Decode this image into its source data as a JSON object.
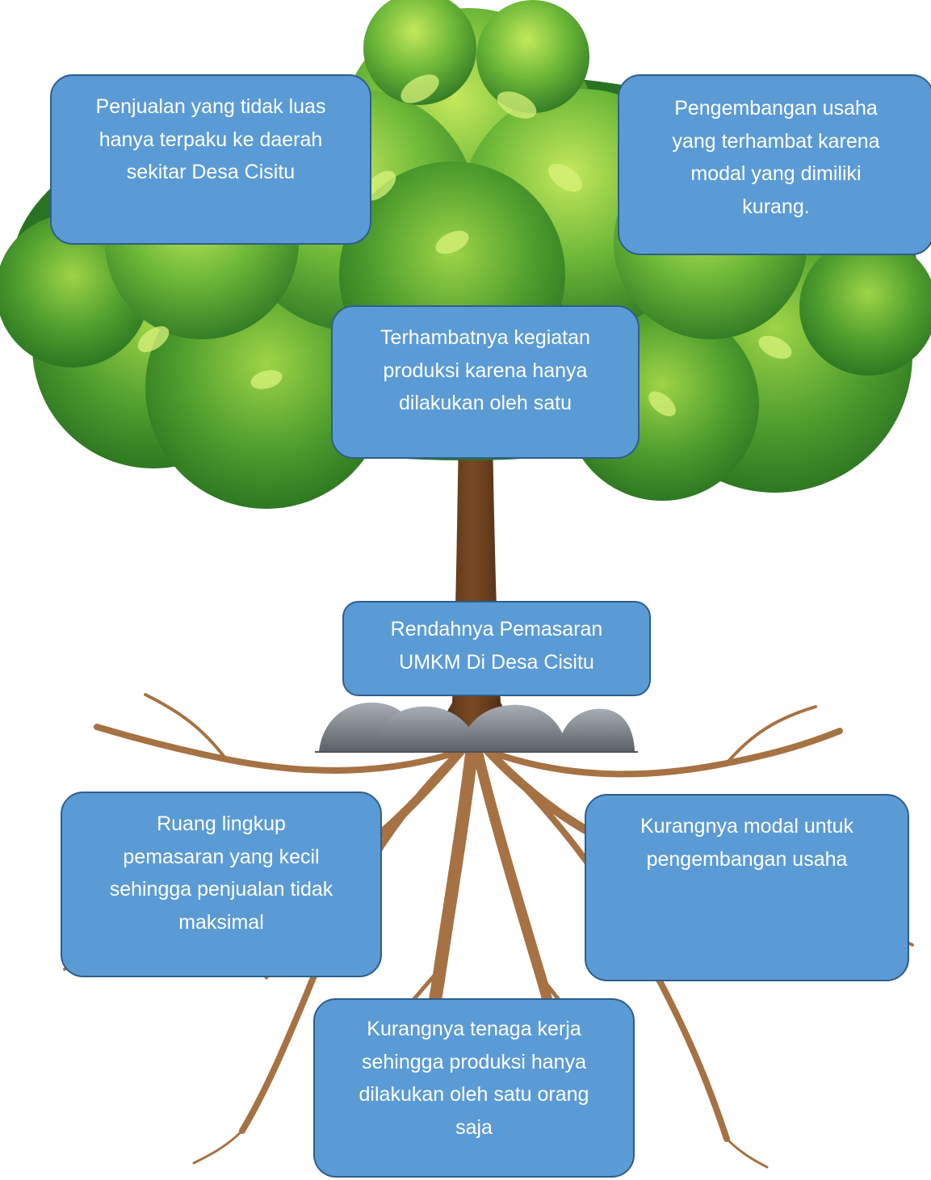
{
  "diagram": {
    "type": "problem-tree",
    "core_problem": {
      "lines": [
        "Rendahnya Pemasaran",
        "UMKM Di Desa Cisitu"
      ]
    },
    "effects": [
      {
        "id": "effect-1",
        "lines": [
          "Penjualan yang tidak luas",
          "hanya terpaku ke daerah",
          "sekitar Desa Cisitu"
        ]
      },
      {
        "id": "effect-2",
        "lines": [
          "Pengembangan usaha",
          "yang terhambat karena",
          "modal yang dimiliki",
          "kurang."
        ]
      },
      {
        "id": "effect-3",
        "lines": [
          "Terhambatnya kegiatan",
          "produksi karena hanya",
          "dilakukan oleh satu"
        ]
      }
    ],
    "causes": [
      {
        "id": "cause-1",
        "lines": [
          "Ruang lingkup",
          "pemasaran yang kecil",
          "sehingga penjualan tidak",
          "maksimal"
        ]
      },
      {
        "id": "cause-2",
        "lines": [
          "Kurangnya modal untuk",
          "pengembangan usaha"
        ]
      },
      {
        "id": "cause-3",
        "lines": [
          "Kurangnya tenaga kerja",
          "sehingga produksi hanya",
          "dilakukan oleh satu orang",
          "saja"
        ]
      }
    ],
    "colors": {
      "box_fill": "#5b9bd5",
      "box_border": "#2e5e8c",
      "box_text": "#ffffff",
      "foliage_dark": "#2f7a2a",
      "foliage_mid": "#5aa832",
      "foliage_light": "#a8d84a",
      "trunk": "#6b3f1f",
      "roots": "#9c6a38",
      "rocks": "#7b8188"
    }
  }
}
